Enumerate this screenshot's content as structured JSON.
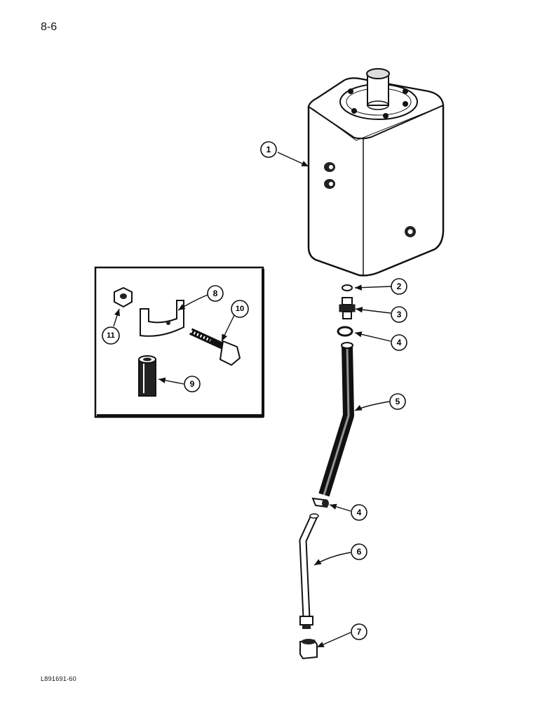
{
  "page": {
    "number": "8-6",
    "figure_code": "L891691-60"
  },
  "callouts": [
    {
      "label": "1",
      "part": "tank"
    },
    {
      "label": "2",
      "part": "o-ring"
    },
    {
      "label": "3",
      "part": "fitting"
    },
    {
      "label": "4",
      "part": "hose-clamp"
    },
    {
      "label": "5",
      "part": "hose"
    },
    {
      "label": "4",
      "part": "hose-clamp"
    },
    {
      "label": "6",
      "part": "tube"
    },
    {
      "label": "7",
      "part": "nut"
    },
    {
      "label": "8",
      "part": "strap"
    },
    {
      "label": "9",
      "part": "spacer"
    },
    {
      "label": "10",
      "part": "bolt"
    },
    {
      "label": "11",
      "part": "lock-nut"
    }
  ]
}
